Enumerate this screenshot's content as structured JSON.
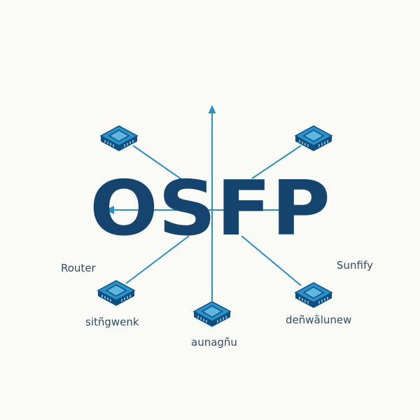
{
  "title": "OSFP",
  "labels": {
    "left": "Router",
    "right": "Sunfify",
    "bottom_left": "sitñgwenk",
    "bottom_center": "aunagñu",
    "bottom_right": "deñwãlunew"
  },
  "colors": {
    "title": "#15456f",
    "line": "#2b8fc2",
    "router_fill": "#1e7fb8",
    "router_dark": "#0c4f80",
    "label": "#2f4c68",
    "background": "#fafaf6"
  },
  "icons": {
    "node": "router-icon",
    "arrow": "arrowhead-icon"
  }
}
